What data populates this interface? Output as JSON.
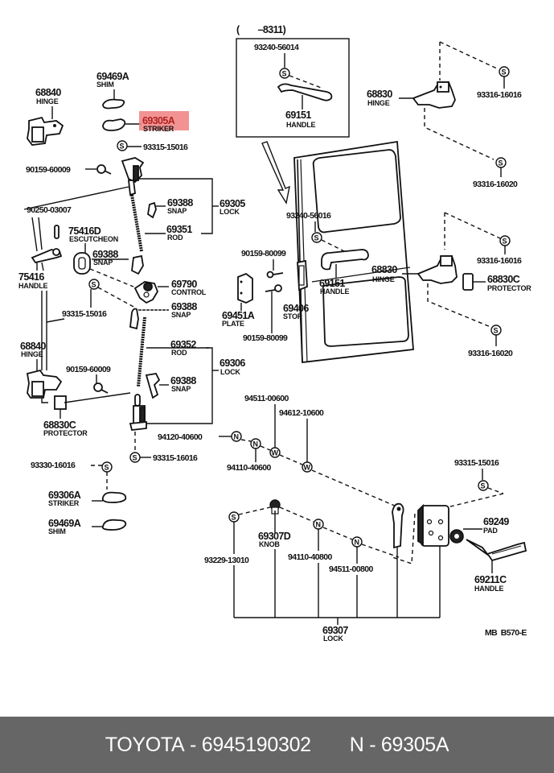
{
  "highlight_color": "#f08080",
  "footer": {
    "brand": "TOYOTA",
    "part_number": "6945190302",
    "ref_prefix": "N",
    "ref_code": "69305A",
    "separator": "-"
  },
  "diagram": {
    "range_note": "(        –8311)",
    "code": "MB  B570-E",
    "symbols": {
      "screw": "S",
      "nut": "N",
      "washer": "W"
    },
    "callouts": {
      "c_69469A_top": {
        "num": "69469A",
        "name": "SHIM"
      },
      "c_68840_top": {
        "num": "68840",
        "name": "HINGE"
      },
      "c_69305A": {
        "num": "69305A",
        "name": "STRIKER"
      },
      "c_93315_15016_a": {
        "num": "93315-15016"
      },
      "c_90159_60009_a": {
        "num": "90159-60009"
      },
      "c_69388_a": {
        "num": "69388",
        "name": "SNAP"
      },
      "c_69305": {
        "num": "69305",
        "name": "LOCK"
      },
      "c_90250_03007": {
        "num": "90250-03007"
      },
      "c_75416D": {
        "num": "75416D",
        "name": "ESCUTCHEON"
      },
      "c_69351": {
        "num": "69351",
        "name": "ROD"
      },
      "c_69388_b": {
        "num": "69388",
        "name": "SNAP"
      },
      "c_75416": {
        "num": "75416",
        "name": "HANDLE"
      },
      "c_69790": {
        "num": "69790",
        "name": "CONTROL"
      },
      "c_93315_15016_b": {
        "num": "93315-15016"
      },
      "c_69388_c": {
        "num": "69388",
        "name": "SNAP"
      },
      "c_68840_mid": {
        "num": "68840",
        "name": "HINGE"
      },
      "c_69352": {
        "num": "69352",
        "name": "ROD"
      },
      "c_69306": {
        "num": "69306",
        "name": "LOCK"
      },
      "c_90159_60009_b": {
        "num": "90159-60009"
      },
      "c_69388_d": {
        "num": "69388",
        "name": "SNAP"
      },
      "c_68830C_left": {
        "num": "68830C",
        "name": "PROTECTOR"
      },
      "c_94120_40600": {
        "num": "94120-40600"
      },
      "c_93315_16016": {
        "num": "93315-16016"
      },
      "c_93330_16016": {
        "num": "93330-16016"
      },
      "c_69306A": {
        "num": "69306A",
        "name": "STRIKER"
      },
      "c_69469A_bot": {
        "num": "69469A",
        "name": "SHIM"
      },
      "c_93240_56014": {
        "num": "93240-56014"
      },
      "c_69151_box": {
        "num": "69151",
        "name": "HANDLE"
      },
      "c_68830_top": {
        "num": "68830",
        "name": "HINGE"
      },
      "c_93316_16016_a": {
        "num": "93316-16016"
      },
      "c_93316_16020_a": {
        "num": "93316-16020"
      },
      "c_93240_56016": {
        "num": "93240-56016"
      },
      "c_90159_80099_a": {
        "num": "90159-80099"
      },
      "c_69151_door": {
        "num": "69151",
        "name": "HANDLE"
      },
      "c_68830_mid": {
        "num": "68830",
        "name": "HINGE"
      },
      "c_93316_16016_b": {
        "num": "93316-16016"
      },
      "c_68830C_right": {
        "num": "68830C",
        "name": "PROTECTOR"
      },
      "c_69451A": {
        "num": "69451A",
        "name": "PLATE"
      },
      "c_69406": {
        "num": "69406",
        "name": "STOP"
      },
      "c_90159_80099_b": {
        "num": "90159-80099"
      },
      "c_93316_16020_b": {
        "num": "93316-16020"
      },
      "c_94511_00600": {
        "num": "94511-00600"
      },
      "c_94612_10600": {
        "num": "94612-10600"
      },
      "c_94110_40600": {
        "num": "94110-40600"
      },
      "c_93315_15016_c": {
        "num": "93315-15016"
      },
      "c_69249": {
        "num": "69249",
        "name": "PAD"
      },
      "c_69307D": {
        "num": "69307D",
        "name": "KNOB"
      },
      "c_93229_13010": {
        "num": "93229-13010"
      },
      "c_94110_40800": {
        "num": "94110-40800"
      },
      "c_94511_00800": {
        "num": "94511-00800"
      },
      "c_69211C": {
        "num": "69211C",
        "name": "HANDLE"
      },
      "c_69307": {
        "num": "69307",
        "name": "LOCK"
      }
    }
  }
}
